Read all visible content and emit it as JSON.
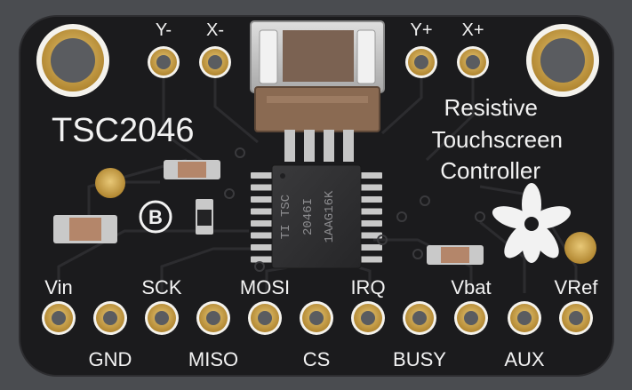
{
  "board": {
    "part_number": "TSC2046",
    "description_lines": [
      "Resistive",
      "Touchscreen",
      "Controller"
    ],
    "chip_marking_lines": [
      "TI  TSC",
      "2046I",
      "1AAG16K"
    ],
    "jumper_label": "B",
    "top_pins": [
      "Y-",
      "X-",
      "Y+",
      "X+"
    ],
    "bottom_pins": [
      "Vin",
      "GND",
      "SCK",
      "MISO",
      "MOSI",
      "CS",
      "IRQ",
      "BUSY",
      "Vbat",
      "AUX",
      "VRef"
    ],
    "colors": {
      "pcb": "#1b1b1d",
      "background": "#4a4c50",
      "silkscreen": "#f2f2f2",
      "gold": "#c9a24a",
      "connector": "#8a6a52",
      "chip": "#2f2f31"
    }
  }
}
